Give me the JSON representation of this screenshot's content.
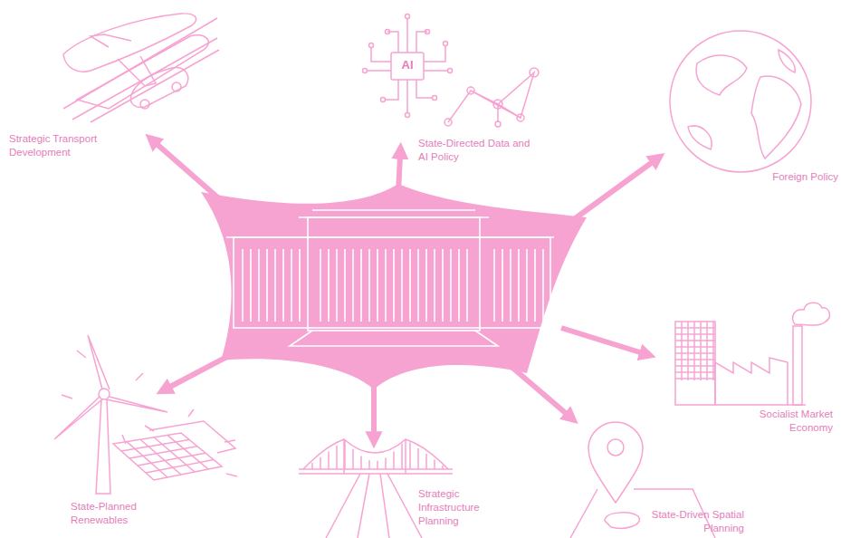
{
  "diagram": {
    "labels": [
      "Strategic Transport Development",
      "AI",
      "State-Directed Data and AI Policy",
      "Foreign Policy",
      "Socialist Market Economy",
      "State-Planned Renewables",
      "Strategic Infrastructure Planning",
      "State-Driven Spatial Planning"
    ]
  }
}
